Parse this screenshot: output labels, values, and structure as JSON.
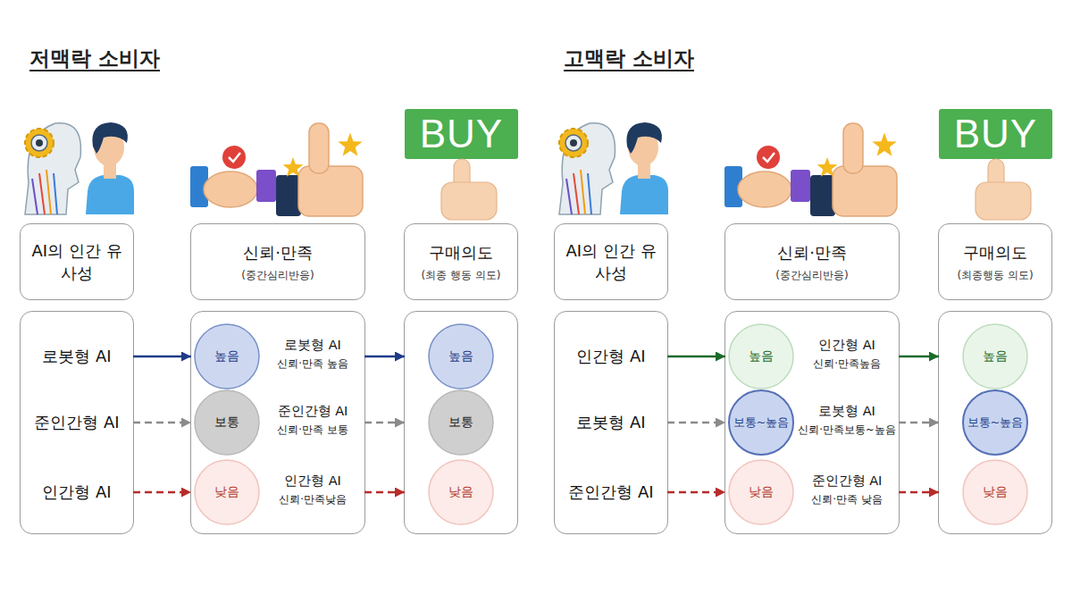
{
  "diagram": {
    "nodes": [
      {
        "text": [
          "AI의 인간 유사성"
        ]
      },
      {
        "text": [
          "신뢰·만족",
          "(중간심리반응)"
        ]
      },
      {
        "text": [
          "구매의도",
          "(최종 행동 의도)"
        ]
      },
      {
        "text": []
      },
      {
        "text": [
          "로봇형 AI"
        ],
        "in": 3
      },
      {
        "text": [
          "준인간형 AI"
        ],
        "in": 3
      },
      {
        "text": [
          "인간형 AI"
        ],
        "in": 3
      },
      {
        "text": []
      },
      {
        "text": [
          "높음",
          "로봇형 AI",
          "신뢰·만족 높음"
        ],
        "in": 7
      },
      {
        "text": [
          "보통",
          "준인간형 AI",
          "신뢰·만족 보통"
        ],
        "in": 7
      },
      {
        "text": [
          "낮음",
          "인간형 AI",
          "신뢰·만족낮음"
        ],
        "in": 7
      },
      {
        "text": []
      },
      {
        "text": [
          "높음"
        ],
        "in": 11
      },
      {
        "text": [
          "보통"
        ],
        "in": 11
      },
      {
        "text": [
          "낮음"
        ],
        "in": 11
      },
      {
        "text": [
          "AI의 인간 유사성"
        ]
      },
      {
        "text": [
          "신뢰·만족",
          "(중간심리반응)"
        ]
      },
      {
        "text": [
          "구매의도",
          "(최종행동 의도)"
        ]
      },
      {
        "text": []
      },
      {
        "text": [
          "인간형 AI"
        ],
        "in": 18
      },
      {
        "text": [
          "로봇형 AI"
        ],
        "in": 18
      },
      {
        "text": [
          "준인간형 AI"
        ],
        "in": 18
      },
      {
        "text": []
      },
      {
        "text": [
          "높음",
          "인간형 AI",
          "신뢰·만족높음"
        ],
        "in": 22
      },
      {
        "text": [
          "보통~높음",
          "로봇형 AI",
          "신뢰·만족보통~높음"
        ],
        "in": 22
      },
      {
        "text": [
          "낮음",
          "준인간형 AI",
          "신뢰·만족 낮음"
        ],
        "in": 22
      },
      {
        "text": []
      },
      {
        "text": [
          "높음"
        ],
        "in": 26
      },
      {
        "text": [
          "보통~높음"
        ],
        "in": 26
      },
      {
        "text": [
          "낮음"
        ],
        "in": 26
      }
    ],
    "edges": [
      {
        "from": 4,
        "to": 8,
        "arrow": "to"
      },
      {
        "from": 8,
        "to": 12,
        "arrow": "to"
      },
      {
        "from": 5,
        "to": 9,
        "arrow": "to"
      },
      {
        "from": 9,
        "to": 13,
        "arrow": "to"
      },
      {
        "from": 6,
        "to": 10,
        "arrow": "to"
      },
      {
        "from": 10,
        "to": 14,
        "arrow": "to"
      },
      {
        "from": 19,
        "to": 23,
        "arrow": "to"
      },
      {
        "from": 23,
        "to": 27,
        "arrow": "to"
      },
      {
        "from": 20,
        "to": 24,
        "arrow": "to"
      },
      {
        "from": 24,
        "to": 28,
        "arrow": "to"
      },
      {
        "from": 21,
        "to": 25,
        "arrow": "to"
      },
      {
        "from": 25,
        "to": 29,
        "arrow": "to"
      }
    ],
    "labels": [
      "저맥락 소비자",
      "고맥락 소비자",
      "BUY",
      "BUY"
    ]
  }
}
